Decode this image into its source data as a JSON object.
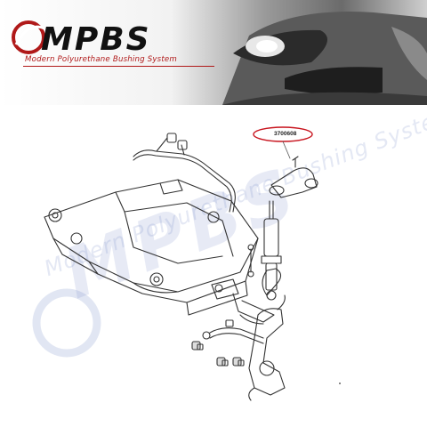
{
  "brand": {
    "name": "MPBS",
    "tagline": "Modern Polyurethane Bushing System",
    "accent_color": "#b01919",
    "logo_icon": "m-swoosh-icon"
  },
  "diagram": {
    "callout_part_number": "3700608",
    "callout_color": "#c8141e",
    "highlighted_part": "front-upper-control-arm"
  },
  "watermark": {
    "name": "MPBS",
    "tagline": "Modern Polyurethane Bushing System",
    "color": "#8ea2d8"
  }
}
